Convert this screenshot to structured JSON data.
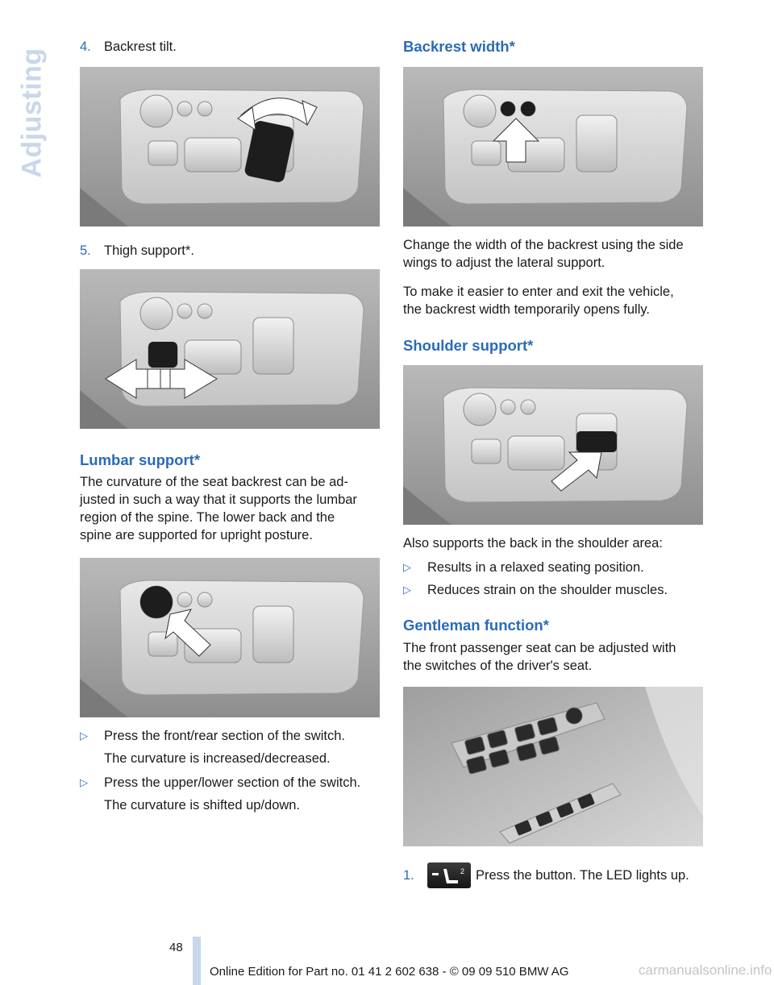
{
  "side_tab": "Adjusting",
  "left": {
    "step4": {
      "num": "4.",
      "text": "Backrest tilt."
    },
    "step5": {
      "num": "5.",
      "text": "Thigh support*."
    },
    "lumbar": {
      "heading": "Lumbar support*",
      "lines": [
        "The curvature of the seat backrest can be ad-",
        "justed in such a way that it supports the lumbar",
        "region of the spine. The lower back and the",
        "spine are supported for upright posture."
      ],
      "bullets": [
        {
          "text": "Press the front/rear section of the switch.",
          "sub": "The curvature is increased/decreased."
        },
        {
          "text": "Press the upper/lower section of the switch.",
          "sub": "The curvature is shifted up/down."
        }
      ]
    }
  },
  "right": {
    "backrest": {
      "heading": "Backrest width*",
      "p1": [
        "Change the width of the backrest using the side",
        "wings to adjust the lateral support."
      ],
      "p2": [
        "To make it easier to enter and exit the vehicle,",
        "the backrest width temporarily opens fully."
      ]
    },
    "shoulder": {
      "heading": "Shoulder support*",
      "intro": "Also supports the back in the shoulder area:",
      "bullets": [
        "Results in a relaxed seating position.",
        "Reduces strain on the shoulder muscles."
      ]
    },
    "gentleman": {
      "heading": "Gentleman function*",
      "lines": [
        "The front passenger seat can be adjusted with",
        "the switches of the driver's seat."
      ],
      "step1": {
        "num": "1.",
        "text": "Press the button. The LED lights up."
      }
    }
  },
  "bullet_glyph": "▷",
  "page_number": "48",
  "footer": "Online Edition for Part no. 01 41 2 602 638 - © 09 09 510 BMW AG",
  "watermark": "carmanualsonline.info"
}
